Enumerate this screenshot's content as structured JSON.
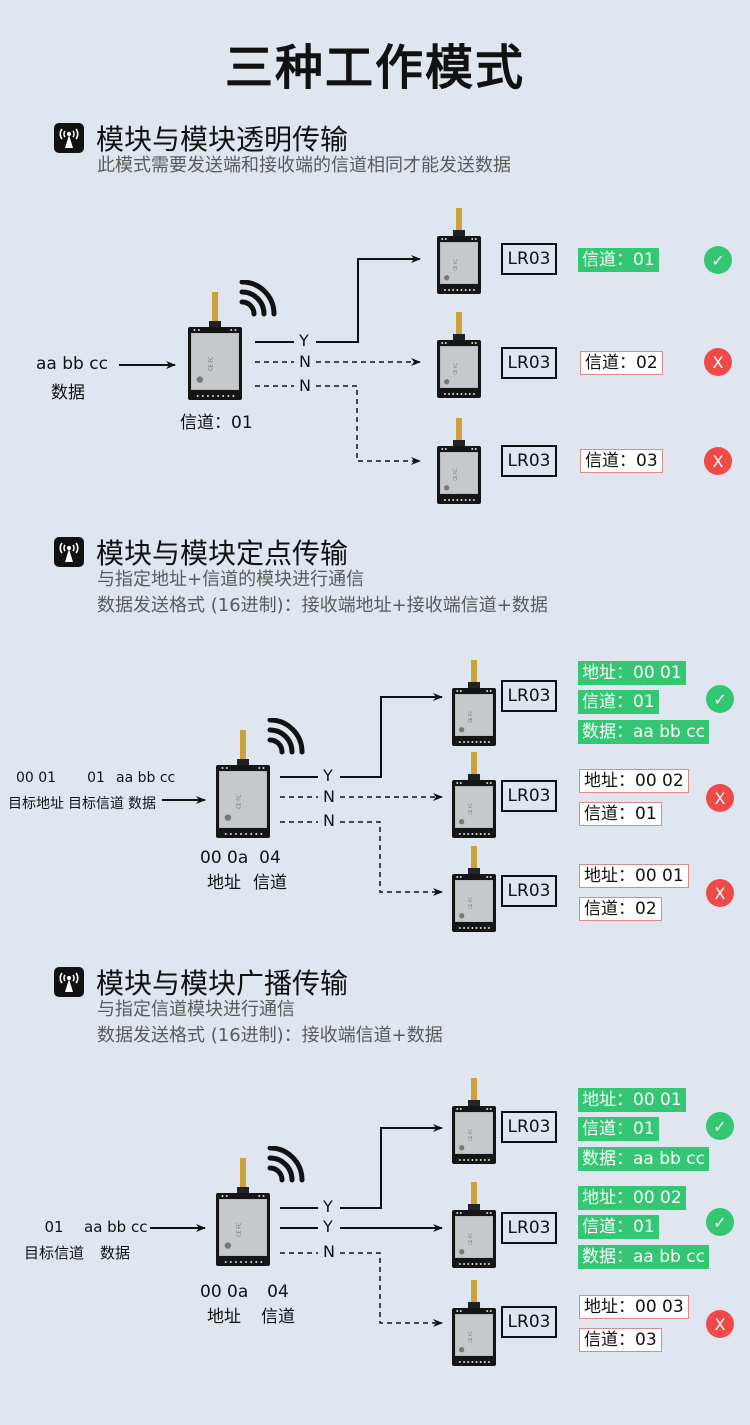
{
  "page": {
    "title": "三种工作模式",
    "colors": {
      "background": "#e0e6f0",
      "ok": "#34c672",
      "bad": "#ef4a4a",
      "text": "#111111",
      "subtext": "#5a5a5a"
    }
  },
  "sections": [
    {
      "icon": "antenna-icon",
      "title": "模块与模块透明传输",
      "desc": [
        "此模式需要发送端和接收端的信道相同才能发送数据"
      ],
      "sender": {
        "inputs": [
          {
            "value": "aa bb cc",
            "label": "数据"
          }
        ],
        "info": "信道：01"
      },
      "branches": [
        "Y",
        "N",
        "N"
      ],
      "receivers": [
        {
          "model": "LR03",
          "tags": [
            {
              "text": "信道：01",
              "ok": true
            }
          ],
          "result": "ok"
        },
        {
          "model": "LR03",
          "tags": [
            {
              "text": "信道：02",
              "ok": false
            }
          ],
          "result": "bad",
          "mark": "X"
        },
        {
          "model": "LR03",
          "tags": [
            {
              "text": "信道：03",
              "ok": false
            }
          ],
          "result": "bad",
          "mark": "X"
        }
      ]
    },
    {
      "icon": "antenna-icon",
      "title": "模块与模块定点传输",
      "desc": [
        "与指定地址+信道的模块进行通信",
        "数据发送格式 (16进制)：接收端地址+接收端信道+数据"
      ],
      "sender": {
        "inputs": [
          {
            "value": "00 01",
            "label": "目标地址"
          },
          {
            "value": "01",
            "label": "目标信道"
          },
          {
            "value": "aa bb cc",
            "label": "数据"
          }
        ],
        "addr": {
          "value": "00 0a",
          "label": "地址"
        },
        "chan": {
          "value": "04",
          "label": "信道"
        }
      },
      "branches": [
        "Y",
        "N",
        "N"
      ],
      "receivers": [
        {
          "model": "LR03",
          "tags": [
            {
              "text": "地址：00 01",
              "ok": true
            },
            {
              "text": "信道：01",
              "ok": true
            },
            {
              "text": "数据：aa bb cc",
              "ok": true
            }
          ],
          "result": "ok"
        },
        {
          "model": "LR03",
          "tags": [
            {
              "text": "地址：00 02",
              "ok": false
            },
            {
              "text": "信道：01",
              "ok": false
            }
          ],
          "result": "bad",
          "mark": "X"
        },
        {
          "model": "LR03",
          "tags": [
            {
              "text": "地址：00 01",
              "ok": false
            },
            {
              "text": "信道：02",
              "ok": false
            }
          ],
          "result": "bad",
          "mark": "X"
        }
      ]
    },
    {
      "icon": "antenna-icon",
      "title": "模块与模块广播传输",
      "desc": [
        "与指定信道模块进行通信",
        "数据发送格式 (16进制)：接收端信道+数据"
      ],
      "sender": {
        "inputs": [
          {
            "value": "01",
            "label": "目标信道"
          },
          {
            "value": "aa bb cc",
            "label": "数据"
          }
        ],
        "addr": {
          "value": "00 0a",
          "label": "地址"
        },
        "chan": {
          "value": "04",
          "label": "信道"
        }
      },
      "branches": [
        "Y",
        "Y",
        "N"
      ],
      "receivers": [
        {
          "model": "LR03",
          "tags": [
            {
              "text": "地址：00 01",
              "ok": true
            },
            {
              "text": "信道：01",
              "ok": true
            },
            {
              "text": "数据：aa bb cc",
              "ok": true
            }
          ],
          "result": "ok"
        },
        {
          "model": "LR03",
          "tags": [
            {
              "text": "地址：00 02",
              "ok": true
            },
            {
              "text": "信道：01",
              "ok": true
            },
            {
              "text": "数据：aa bb cc",
              "ok": true
            }
          ],
          "result": "ok"
        },
        {
          "model": "LR03",
          "tags": [
            {
              "text": "地址：00 03",
              "ok": false
            },
            {
              "text": "信道：03",
              "ok": false
            }
          ],
          "result": "bad",
          "mark": "X"
        }
      ]
    }
  ]
}
